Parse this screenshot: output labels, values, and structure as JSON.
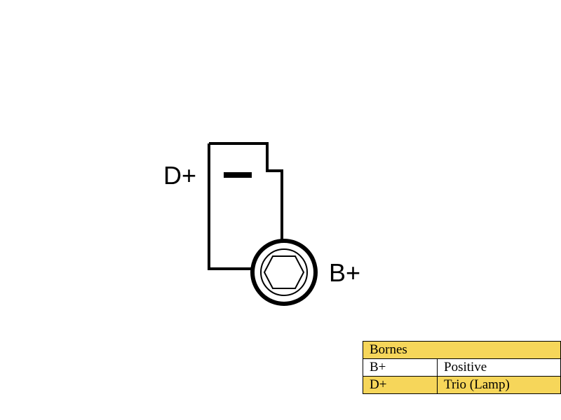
{
  "diagram": {
    "terminals": {
      "d_plus": "D+",
      "b_plus": "B+"
    },
    "minus_symbol": "negative-marker"
  },
  "legend": {
    "title": "Bornes",
    "rows": [
      {
        "terminal": "B+",
        "meaning": "Positive"
      },
      {
        "terminal": "D+",
        "meaning": "Trio (Lamp)"
      }
    ],
    "highlight_color": "#f6d65a"
  }
}
